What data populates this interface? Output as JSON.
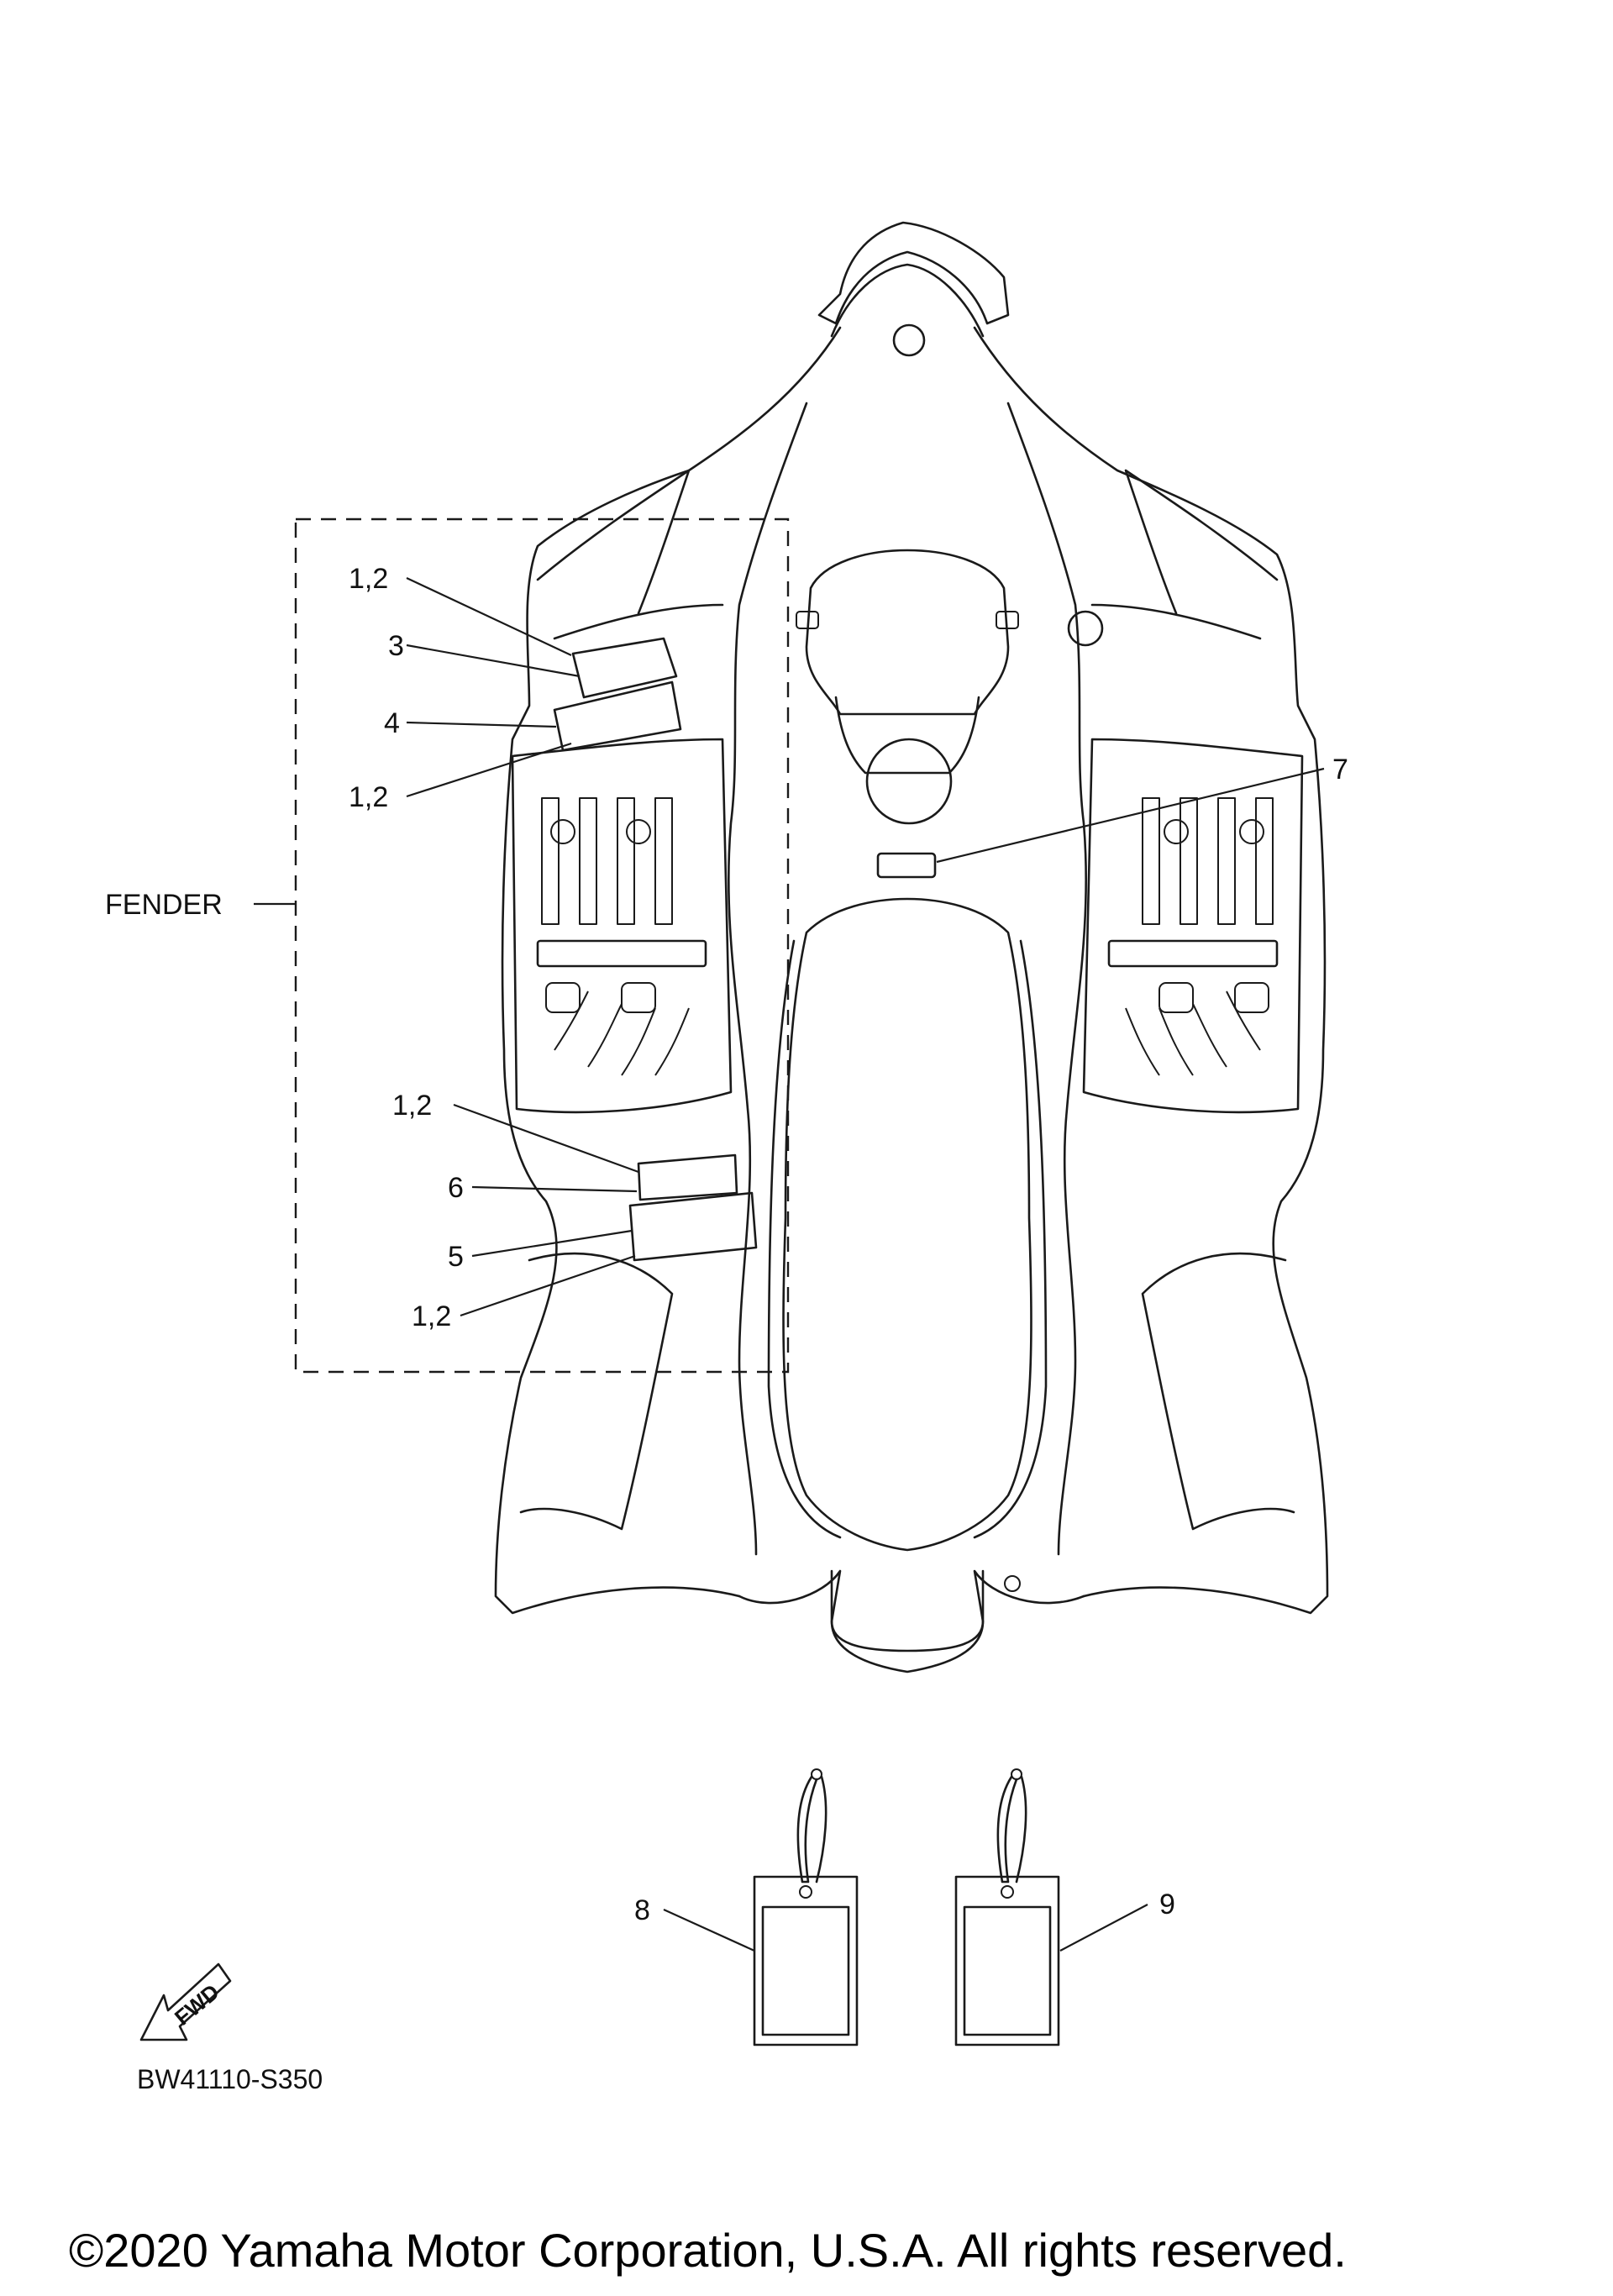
{
  "diagram": {
    "group_label": "FENDER",
    "callouts": {
      "top_a": "1,2",
      "top_3": "3",
      "top_4": "4",
      "top_b": "1,2",
      "right_7": "7",
      "bot_a": "1,2",
      "bot_6": "6",
      "bot_5": "5",
      "bot_b": "1,2",
      "tag_8": "8",
      "tag_9": "9"
    },
    "fwd_badge": "FWD",
    "drawing_code": "BW41110-S350"
  },
  "footer": {
    "copyright": "©2020 Yamaha Motor Corporation, U.S.A. All rights reserved."
  }
}
